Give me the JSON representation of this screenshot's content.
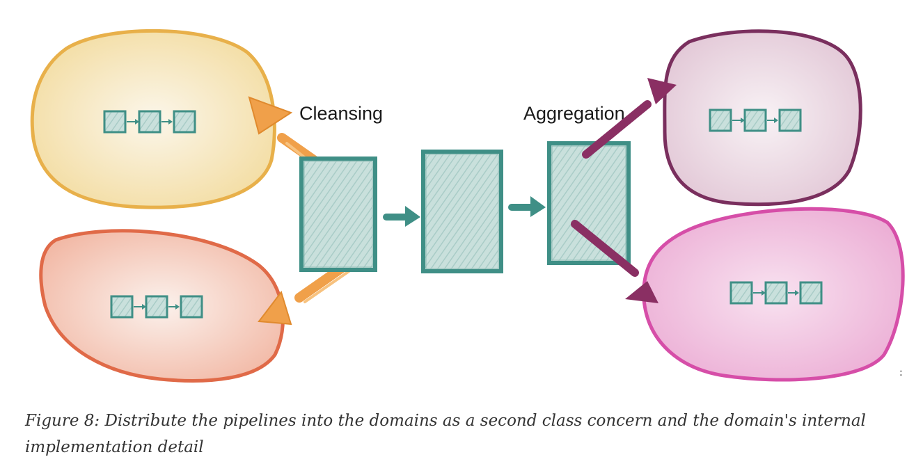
{
  "labels": {
    "cleansing": "Cleansing",
    "aggregation": "Aggregation"
  },
  "caption": "Figure 8: Distribute the pipelines into the domains as a second class concern and the domain's internal implementation detail",
  "stray_mark": ":",
  "colors": {
    "domain_top_left_border": "#e8b04a",
    "domain_top_left_fill": "#f6e4b6",
    "domain_bottom_left_border": "#e06a48",
    "domain_bottom_left_fill": "#f5c9bb",
    "domain_top_right_border": "#7a2f5e",
    "domain_top_right_fill": "#ead8e2",
    "domain_bottom_right_border": "#d64ea8",
    "domain_bottom_right_fill": "#f2c2e1",
    "teal": "#3f8f86",
    "teal_fill": "#bcd8d4",
    "orange_arrow": "#f0a04a",
    "purple_arrow": "#8a2f63"
  },
  "icons": [
    "pipeline-icon",
    "data-product-icon",
    "arrow-icon"
  ]
}
